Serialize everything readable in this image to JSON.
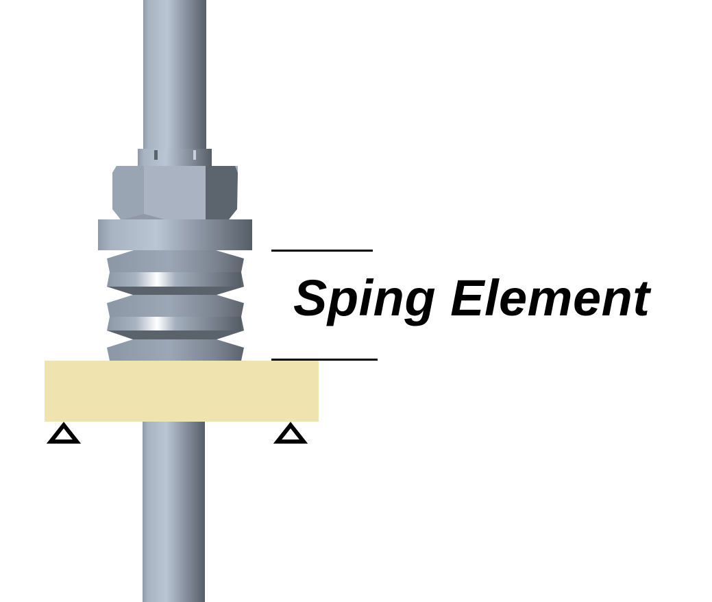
{
  "diagram": {
    "label": "Sping Element",
    "components": {
      "rod": "threaded-rod",
      "lock_nut": "lock-nut",
      "hex_nut": "hex-nut",
      "washer": "washer",
      "spring_element": "disc-spring-stack",
      "plate": "support-plate",
      "supports": [
        "left-support-triangle",
        "right-support-triangle"
      ]
    },
    "spring_discs": 3,
    "colors": {
      "steel_light": "#b8c4d2",
      "steel_mid": "#9aa6b6",
      "steel_dark": "#5a626c",
      "plate": "#efe3b0",
      "line": "#000000",
      "background": "#ffffff"
    }
  }
}
